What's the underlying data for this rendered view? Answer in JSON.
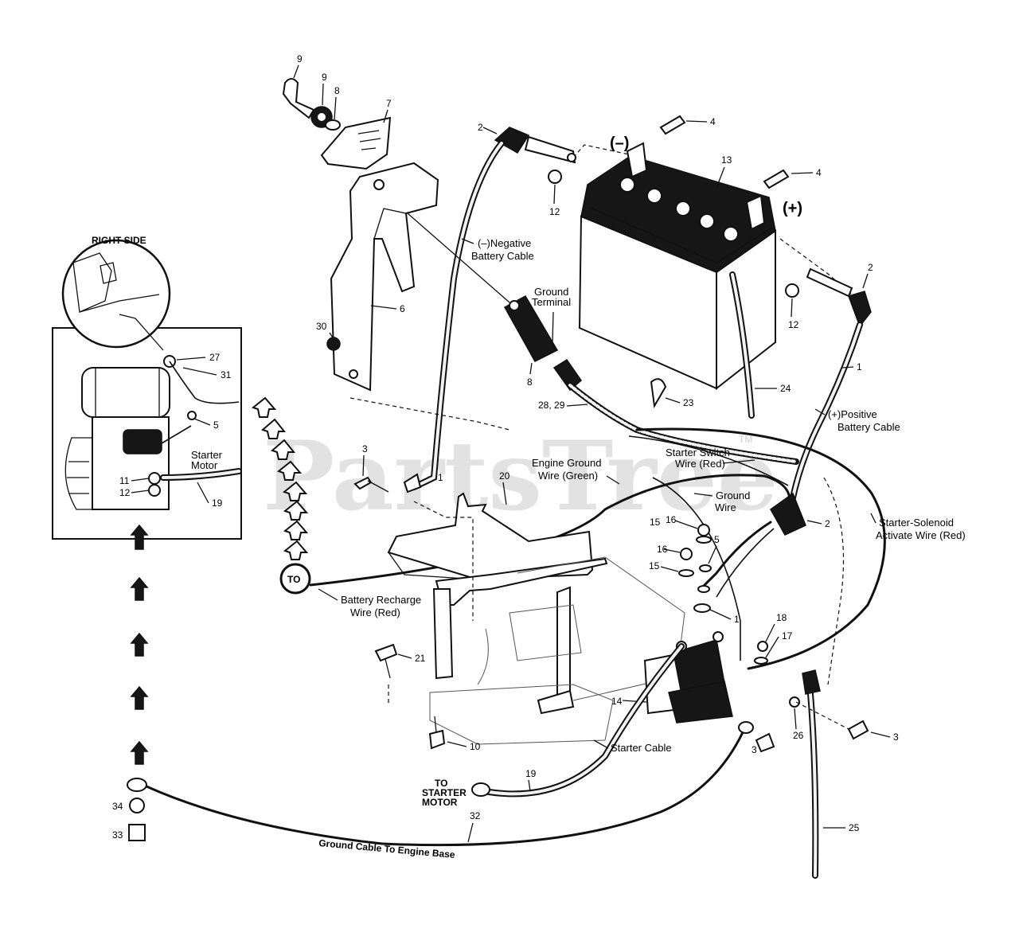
{
  "watermark": {
    "text": "PartsTree",
    "trademark": "TM"
  },
  "inset": {
    "title": "RIGHT SIDE",
    "starter_motor_label": "Starter\nMotor"
  },
  "polarity": {
    "negative": "(–)",
    "positive": "(+)"
  },
  "callouts": {
    "negative_battery_cable": "(–)Negative\nBattery Cable",
    "ground_terminal": "Ground\nTerminal",
    "positive_battery_cable": "(+)Positive\nBattery Cable",
    "starter_switch_wire": "Starter Switch\nWire (Red)",
    "engine_ground_wire": "Engine Ground\nWire (Green)",
    "ground_wire": "Ground\nWire",
    "starter_solenoid_wire": "Starter-Solenoid\nActivate Wire (Red)",
    "battery_recharge_wire": "Battery Recharge\nWire (Red)",
    "to_badge": "TO",
    "starter_cable": "Starter Cable",
    "to_starter_motor": "TO\nSTARTER\nMOTOR",
    "ground_cable_engine_base": "Ground Cable To Engine Base"
  },
  "part_numbers": {
    "p9a": "9",
    "p9b": "9",
    "p8": "8",
    "p7": "7",
    "p2_top": "2",
    "p4_top": "4",
    "p13": "13",
    "p4_right": "4",
    "p12_left": "12",
    "p12_right": "12",
    "p2_right": "2",
    "p6": "6",
    "p30": "30",
    "p8_terminal": "8",
    "p1_right": "1",
    "p24": "24",
    "p23": "23",
    "p28_29": "28, 29",
    "p27": "27",
    "p31": "31",
    "p5_inset": "5",
    "p11": "11",
    "p12_inset": "12",
    "p19_inset": "19",
    "p3_left": "3",
    "p1_mid": "1",
    "p20": "20",
    "p16_top": "16",
    "p15_top": "15",
    "p16_mid": "16",
    "p5_mid": "5",
    "p15_mid": "15",
    "p2_solenoid": "2",
    "p1_low": "1",
    "p18": "18",
    "p17": "17",
    "p21": "21",
    "p14": "14",
    "p26": "26",
    "p3_right": "3",
    "p3_bottom": "3",
    "p10": "10",
    "p19_bottom": "19",
    "p34": "34",
    "p33": "33",
    "p32": "32",
    "p25": "25"
  }
}
